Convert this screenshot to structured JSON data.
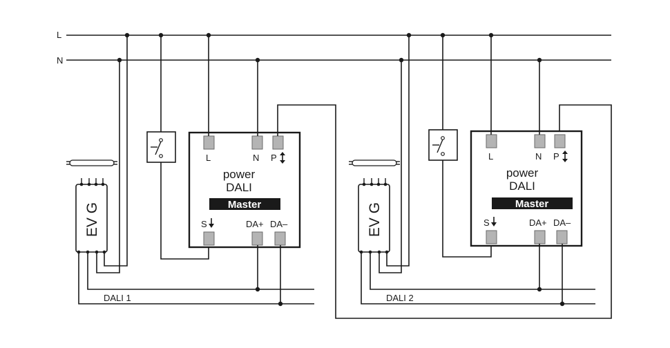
{
  "bus": {
    "l_label": "L",
    "n_label": "N"
  },
  "circuits": [
    {
      "ballast_label": "EV G",
      "module": {
        "power_label": "power",
        "dali_label": "DALI",
        "master_label": "Master",
        "term_l": "L",
        "term_n": "N",
        "term_p": "P",
        "term_s": "S",
        "term_da_plus": "DA+",
        "term_da_minus": "DA–"
      },
      "line_label": "DALI 1"
    },
    {
      "ballast_label": "EV G",
      "module": {
        "power_label": "power",
        "dali_label": "DALI",
        "master_label": "Master",
        "term_l": "L",
        "term_n": "N",
        "term_p": "P",
        "term_s": "S",
        "term_da_plus": "DA+",
        "term_da_minus": "DA–"
      },
      "line_label": "DALI 2"
    }
  ],
  "colors": {
    "line": "#1a1a1a",
    "terminal": "#b4b4b4",
    "label_bar": "#1a1a1a"
  }
}
